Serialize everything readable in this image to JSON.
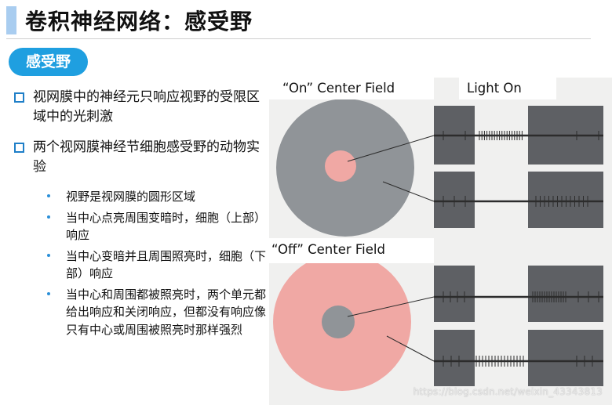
{
  "slide": {
    "title": "卷积神经网络：感受野",
    "badge": "感受野"
  },
  "bullets": [
    {
      "text": "视网膜中的神经元只响应视野的受限区域中的光刺激"
    },
    {
      "text": "两个视网膜神经节细胞感受野的动物实验",
      "sub": [
        "视野是视网膜的圆形区域",
        "当中心点亮周围变暗时，细胞（上部）响应",
        "当中心变暗并且周围照亮时，细胞（下部）响应",
        "当中心和周围都被照亮时，两个单元都给出响应和关闭响应，但都没有响应像只有中心或周围被照亮时那样强烈"
      ]
    }
  ],
  "figure": {
    "on_label": "“On” Center Field",
    "off_label": "“Off” Center Field",
    "light_label": "Light On",
    "colors": {
      "gray": "#909498",
      "pink": "#f0a8a4",
      "background": "#f0f0ef",
      "panel": "#5e6064"
    }
  },
  "watermark": "https://blog.csdn.net/weixin_43343813"
}
